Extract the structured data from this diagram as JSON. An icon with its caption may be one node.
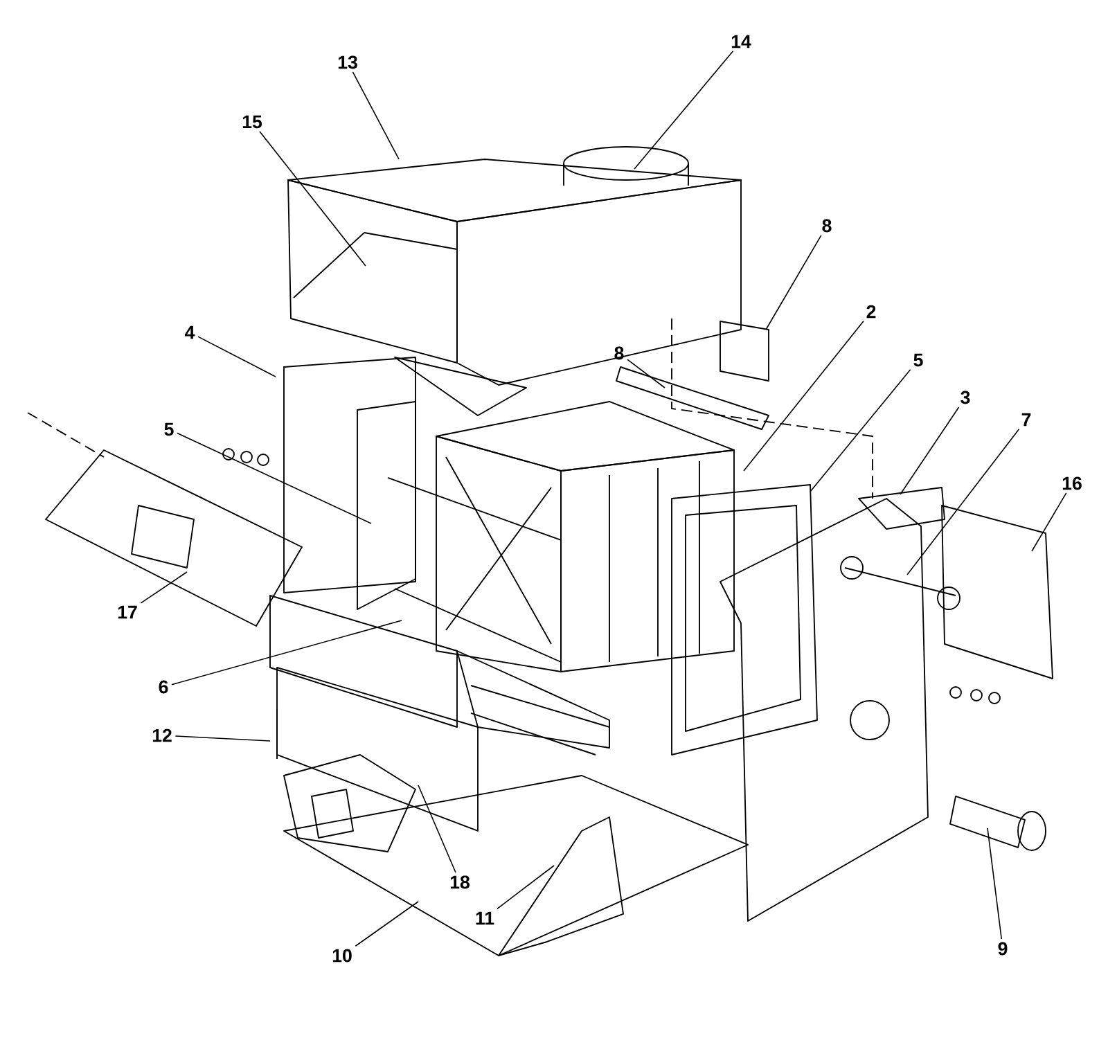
{
  "diagram": {
    "nodes": [
      {
        "text": [
          "13"
        ]
      },
      {
        "text": [
          "14"
        ]
      },
      {
        "text": [
          "15"
        ]
      },
      {
        "text": [
          "8"
        ]
      },
      {
        "text": [
          "4"
        ]
      },
      {
        "text": [
          "2"
        ]
      },
      {
        "text": [
          "8"
        ]
      },
      {
        "text": [
          "5"
        ]
      },
      {
        "text": [
          "5"
        ]
      },
      {
        "text": [
          "3"
        ]
      },
      {
        "text": [
          "7"
        ]
      },
      {
        "text": [
          "16"
        ]
      },
      {
        "text": [
          "17"
        ]
      },
      {
        "text": [
          "6"
        ]
      },
      {
        "text": [
          "12"
        ]
      },
      {
        "text": [
          "18"
        ]
      },
      {
        "text": [
          "11"
        ]
      },
      {
        "text": [
          "10"
        ]
      },
      {
        "text": [
          "9"
        ]
      }
    ],
    "edges": [
      {
        "from": 0,
        "to": null,
        "arrow": "none"
      },
      {
        "from": 1,
        "to": null,
        "arrow": "none"
      },
      {
        "from": 2,
        "to": null,
        "arrow": "none"
      },
      {
        "from": 3,
        "to": null,
        "arrow": "none"
      },
      {
        "from": 4,
        "to": null,
        "arrow": "none"
      },
      {
        "from": 5,
        "to": null,
        "arrow": "none"
      },
      {
        "from": 6,
        "to": null,
        "arrow": "none"
      },
      {
        "from": 7,
        "to": null,
        "arrow": "none"
      },
      {
        "from": 8,
        "to": null,
        "arrow": "none"
      },
      {
        "from": 9,
        "to": null,
        "arrow": "none"
      },
      {
        "from": 10,
        "to": null,
        "arrow": "none"
      },
      {
        "from": 11,
        "to": null,
        "arrow": "none"
      },
      {
        "from": 12,
        "to": null,
        "arrow": "none"
      },
      {
        "from": 13,
        "to": null,
        "arrow": "none"
      },
      {
        "from": 14,
        "to": null,
        "arrow": "none"
      },
      {
        "from": 15,
        "to": null,
        "arrow": "none"
      },
      {
        "from": 16,
        "to": null,
        "arrow": "none"
      },
      {
        "from": 17,
        "to": null,
        "arrow": "none"
      },
      {
        "from": 18,
        "to": null,
        "arrow": "none"
      }
    ]
  }
}
